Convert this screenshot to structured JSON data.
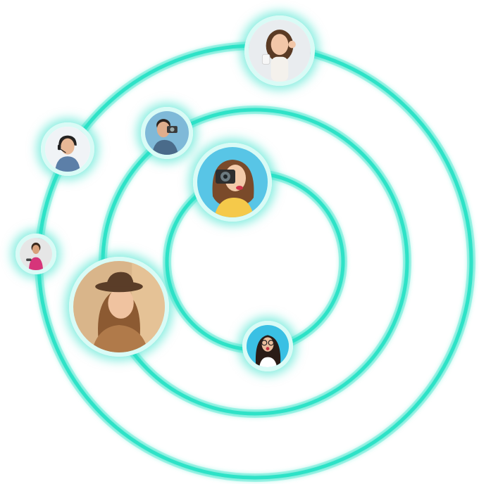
{
  "colors": {
    "ring": "#2de2c7",
    "ring_glow": "#9ff3e6",
    "background": "#ffffff"
  },
  "orbits": [
    "outer-orbit",
    "middle-orbit",
    "inner-orbit"
  ],
  "avatars": [
    {
      "id": "avatar-woman-drinking",
      "subject": "woman-drinking-icon",
      "bg": "#e9ecef",
      "skin": "#f2c6a8",
      "hair": "#5a3a24",
      "shirt": "#f4f1ec"
    },
    {
      "id": "avatar-man-headset",
      "subject": "man-headset-icon",
      "bg": "#f0f3f6",
      "skin": "#e8b896",
      "hair": "#2d2520",
      "shirt": "#5c7fa8"
    },
    {
      "id": "avatar-man-camera",
      "subject": "man-camera-icon",
      "bg": "#7fb9d8",
      "skin": "#e0ad8c",
      "hair": "#2c221d",
      "shirt": "#4a6b8a"
    },
    {
      "id": "avatar-woman-camera",
      "subject": "woman-camera-icon",
      "bg": "#58c5e6",
      "skin": "#f3caa9",
      "hair": "#7a4a2a",
      "shirt": "#f5c94a"
    },
    {
      "id": "avatar-woman-fitness",
      "subject": "woman-fitness-icon",
      "bg": "#e6e6e6",
      "skin": "#d9a07a",
      "hair": "#3b2a1e",
      "shirt": "#d6357a"
    },
    {
      "id": "avatar-woman-hat",
      "subject": "woman-hat-icon",
      "bg": "#d9b58a",
      "skin": "#f0c3a0",
      "hair": "#8c5a32",
      "shirt": "#b07a4a"
    },
    {
      "id": "avatar-woman-glasses",
      "subject": "woman-glasses-icon",
      "bg": "#3ac0e4",
      "skin": "#e9bd9c",
      "hair": "#2a1c16",
      "shirt": "#ffffff"
    }
  ]
}
